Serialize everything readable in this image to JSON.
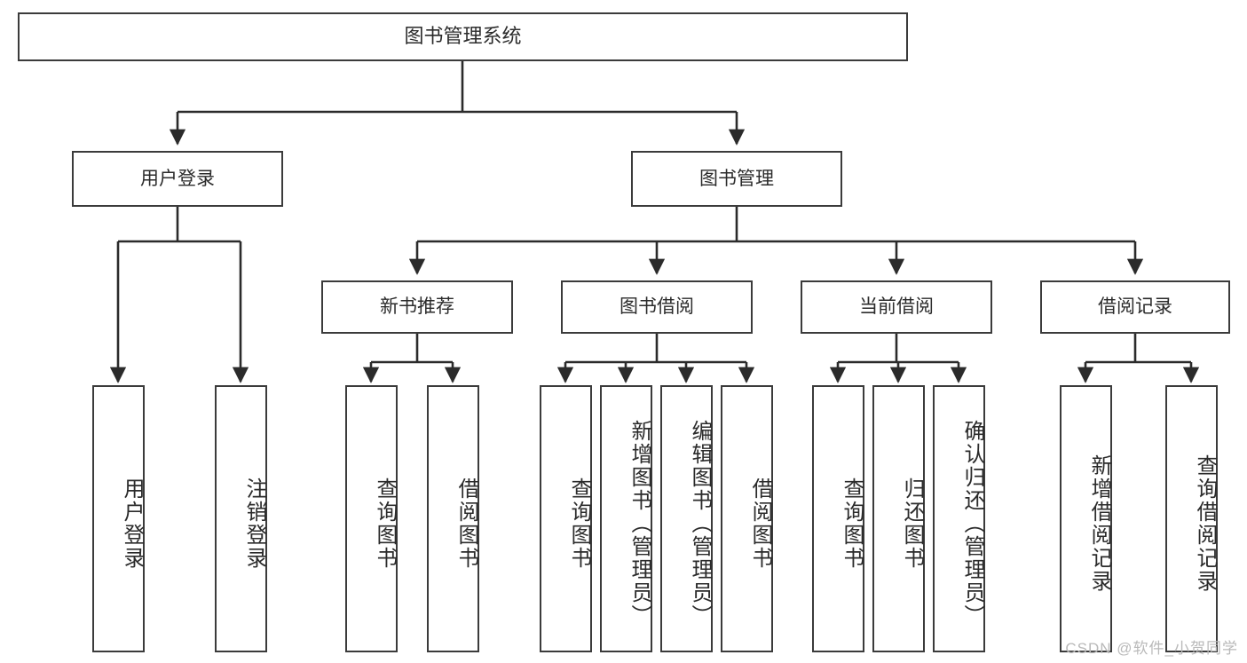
{
  "diagram": {
    "type": "tree-hierarchy",
    "title": "图书管理系统",
    "watermark": "CSDN @软件_小贺同学",
    "colors": {
      "box_border": "#3b3b3b",
      "box_fill": "#ffffff",
      "connector": "#2b2b2b",
      "text": "#2b2b2b",
      "watermark": "#b9b9b9"
    },
    "levels": {
      "root": {
        "label": "图书管理系统"
      },
      "level2": [
        {
          "id": "user-login",
          "label": "用户登录"
        },
        {
          "id": "book-manage",
          "label": "图书管理"
        }
      ],
      "level3": [
        {
          "id": "new-book-rec",
          "label": "新书推荐",
          "parent": "book-manage"
        },
        {
          "id": "book-borrow",
          "label": "图书借阅",
          "parent": "book-manage"
        },
        {
          "id": "current-borrow",
          "label": "当前借阅",
          "parent": "book-manage"
        },
        {
          "id": "borrow-record",
          "label": "借阅记录",
          "parent": "book-manage"
        }
      ],
      "leaves": [
        {
          "id": "leaf-user-login",
          "label": "用户登录",
          "parent": "user-login"
        },
        {
          "id": "leaf-logout",
          "label": "注销登录",
          "parent": "user-login"
        },
        {
          "id": "leaf-query-book-1",
          "label": "查询图书",
          "parent": "new-book-rec"
        },
        {
          "id": "leaf-borrow-book-1",
          "label": "借阅图书",
          "parent": "new-book-rec"
        },
        {
          "id": "leaf-query-book-2",
          "label": "查询图书",
          "parent": "book-borrow"
        },
        {
          "id": "leaf-add-book",
          "label": "新增图书（管理员）",
          "parent": "book-borrow"
        },
        {
          "id": "leaf-edit-book",
          "label": "编辑图书（管理员）",
          "parent": "book-borrow"
        },
        {
          "id": "leaf-borrow-book-2",
          "label": "借阅图书",
          "parent": "book-borrow"
        },
        {
          "id": "leaf-query-book-3",
          "label": "查询图书",
          "parent": "current-borrow"
        },
        {
          "id": "leaf-return-book",
          "label": "归还图书",
          "parent": "current-borrow"
        },
        {
          "id": "leaf-confirm-return",
          "label": "确认归还（管理员）",
          "parent": "current-borrow"
        },
        {
          "id": "leaf-add-record",
          "label": "新增借阅记录",
          "parent": "borrow-record"
        },
        {
          "id": "leaf-query-record",
          "label": "查询借阅记录",
          "parent": "borrow-record"
        }
      ]
    }
  }
}
